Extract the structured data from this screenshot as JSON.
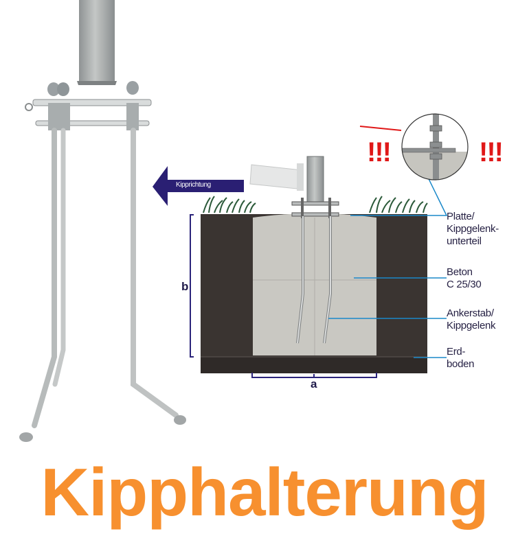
{
  "title": "Kipphalterung",
  "diagram": {
    "tilt_arrow_label": "Kipprichtung",
    "warning_left": "!!!",
    "warning_right": "!!!",
    "dimension_a": "a",
    "dimension_b": "b",
    "callouts": [
      {
        "id": "plate",
        "lines": [
          "Platte/",
          "Kippgelenk-",
          "unterteil"
        ]
      },
      {
        "id": "concrete",
        "lines": [
          "Beton",
          "C 25/30"
        ]
      },
      {
        "id": "anchor",
        "lines": [
          "Ankerstab/",
          "Kippgelenk"
        ]
      },
      {
        "id": "soil",
        "lines": [
          "Erd-",
          "boden"
        ]
      }
    ]
  },
  "colors": {
    "title": "#f7902f",
    "label_text": "#262144",
    "dimension_lines": "#2a237a",
    "callout_lines": "#1a88c9",
    "warning": "#e01818",
    "arrow": "#2a1f73",
    "soil": "#3a3431",
    "concrete": "#c9c8c2"
  }
}
